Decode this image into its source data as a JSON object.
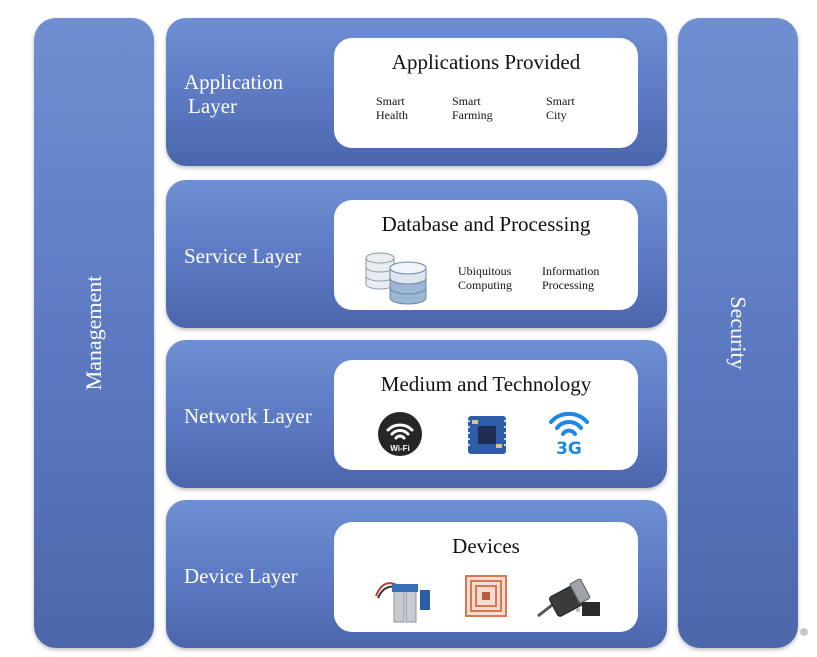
{
  "pillars": {
    "left": "Management",
    "right": "Security"
  },
  "layers": {
    "application": {
      "name_line1": "Application",
      "name_line2": "Layer",
      "card_title": "Applications Provided",
      "items": [
        {
          "line1": "Smart",
          "line2": "Health"
        },
        {
          "line1": "Smart",
          "line2": "Farming"
        },
        {
          "line1": "Smart",
          "line2": "City"
        }
      ]
    },
    "service": {
      "name": "Service Layer",
      "card_title": "Database and Processing",
      "items": [
        {
          "line1": "Ubiquitous",
          "line2": "Computing"
        },
        {
          "line1": "Information",
          "line2": "Processing"
        }
      ],
      "icon": "database-icon"
    },
    "network": {
      "name": "Network Layer",
      "card_title": "Medium and Technology",
      "icons": [
        "wifi-badge-icon",
        "wireless-module-icon",
        "3g-signal-icon"
      ],
      "wifi_badge_text": "Wi-Fi",
      "threeg_text": "3G"
    },
    "device": {
      "name": "Device Layer",
      "card_title": "Devices",
      "icons": [
        "soil-sensor-icon",
        "rfid-tag-icon",
        "actuator-icon"
      ]
    }
  },
  "colors": {
    "layer_blue": "#5a77c0",
    "threeg_blue": "#1e88e5"
  }
}
